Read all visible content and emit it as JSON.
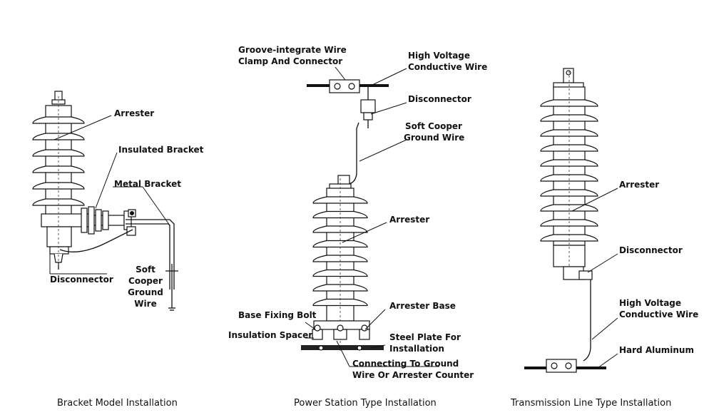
{
  "diagrams": [
    {
      "caption": "Bracket Model Installation",
      "labels": {
        "arrester": "Arrester",
        "insulated_bracket": "Insulated Bracket",
        "metal_bracket": "Metal Bracket",
        "disconnector": "Disconnector",
        "ground_wire": [
          "Soft",
          "Cooper",
          "Ground",
          "Wire"
        ]
      }
    },
    {
      "caption": "Power Station Type Installation",
      "labels": {
        "clamp": [
          "Groove-integrate Wire",
          "Clamp And Connector"
        ],
        "hv_wire": [
          "High Voltage",
          "Conductive Wire"
        ],
        "disconnector": "Disconnector",
        "ground_wire": [
          "Soft Cooper",
          "Ground Wire"
        ],
        "arrester": "Arrester",
        "base_bolt": "Base Fixing Bolt",
        "arrester_base": "Arrester Base",
        "spacer": "Insulation Spacer",
        "steel_plate": [
          "Steel Plate For",
          "Installation"
        ],
        "connecting": [
          "Connecting To Ground",
          "Wire Or Arrester Counter"
        ]
      }
    },
    {
      "caption": "Transmission Line Type Installation",
      "labels": {
        "arrester": "Arrester",
        "disconnector": "Disconnector",
        "hv_wire": [
          "High Voltage",
          "Conductive Wire"
        ],
        "hard_aluminum": "Hard Aluminum"
      }
    }
  ]
}
